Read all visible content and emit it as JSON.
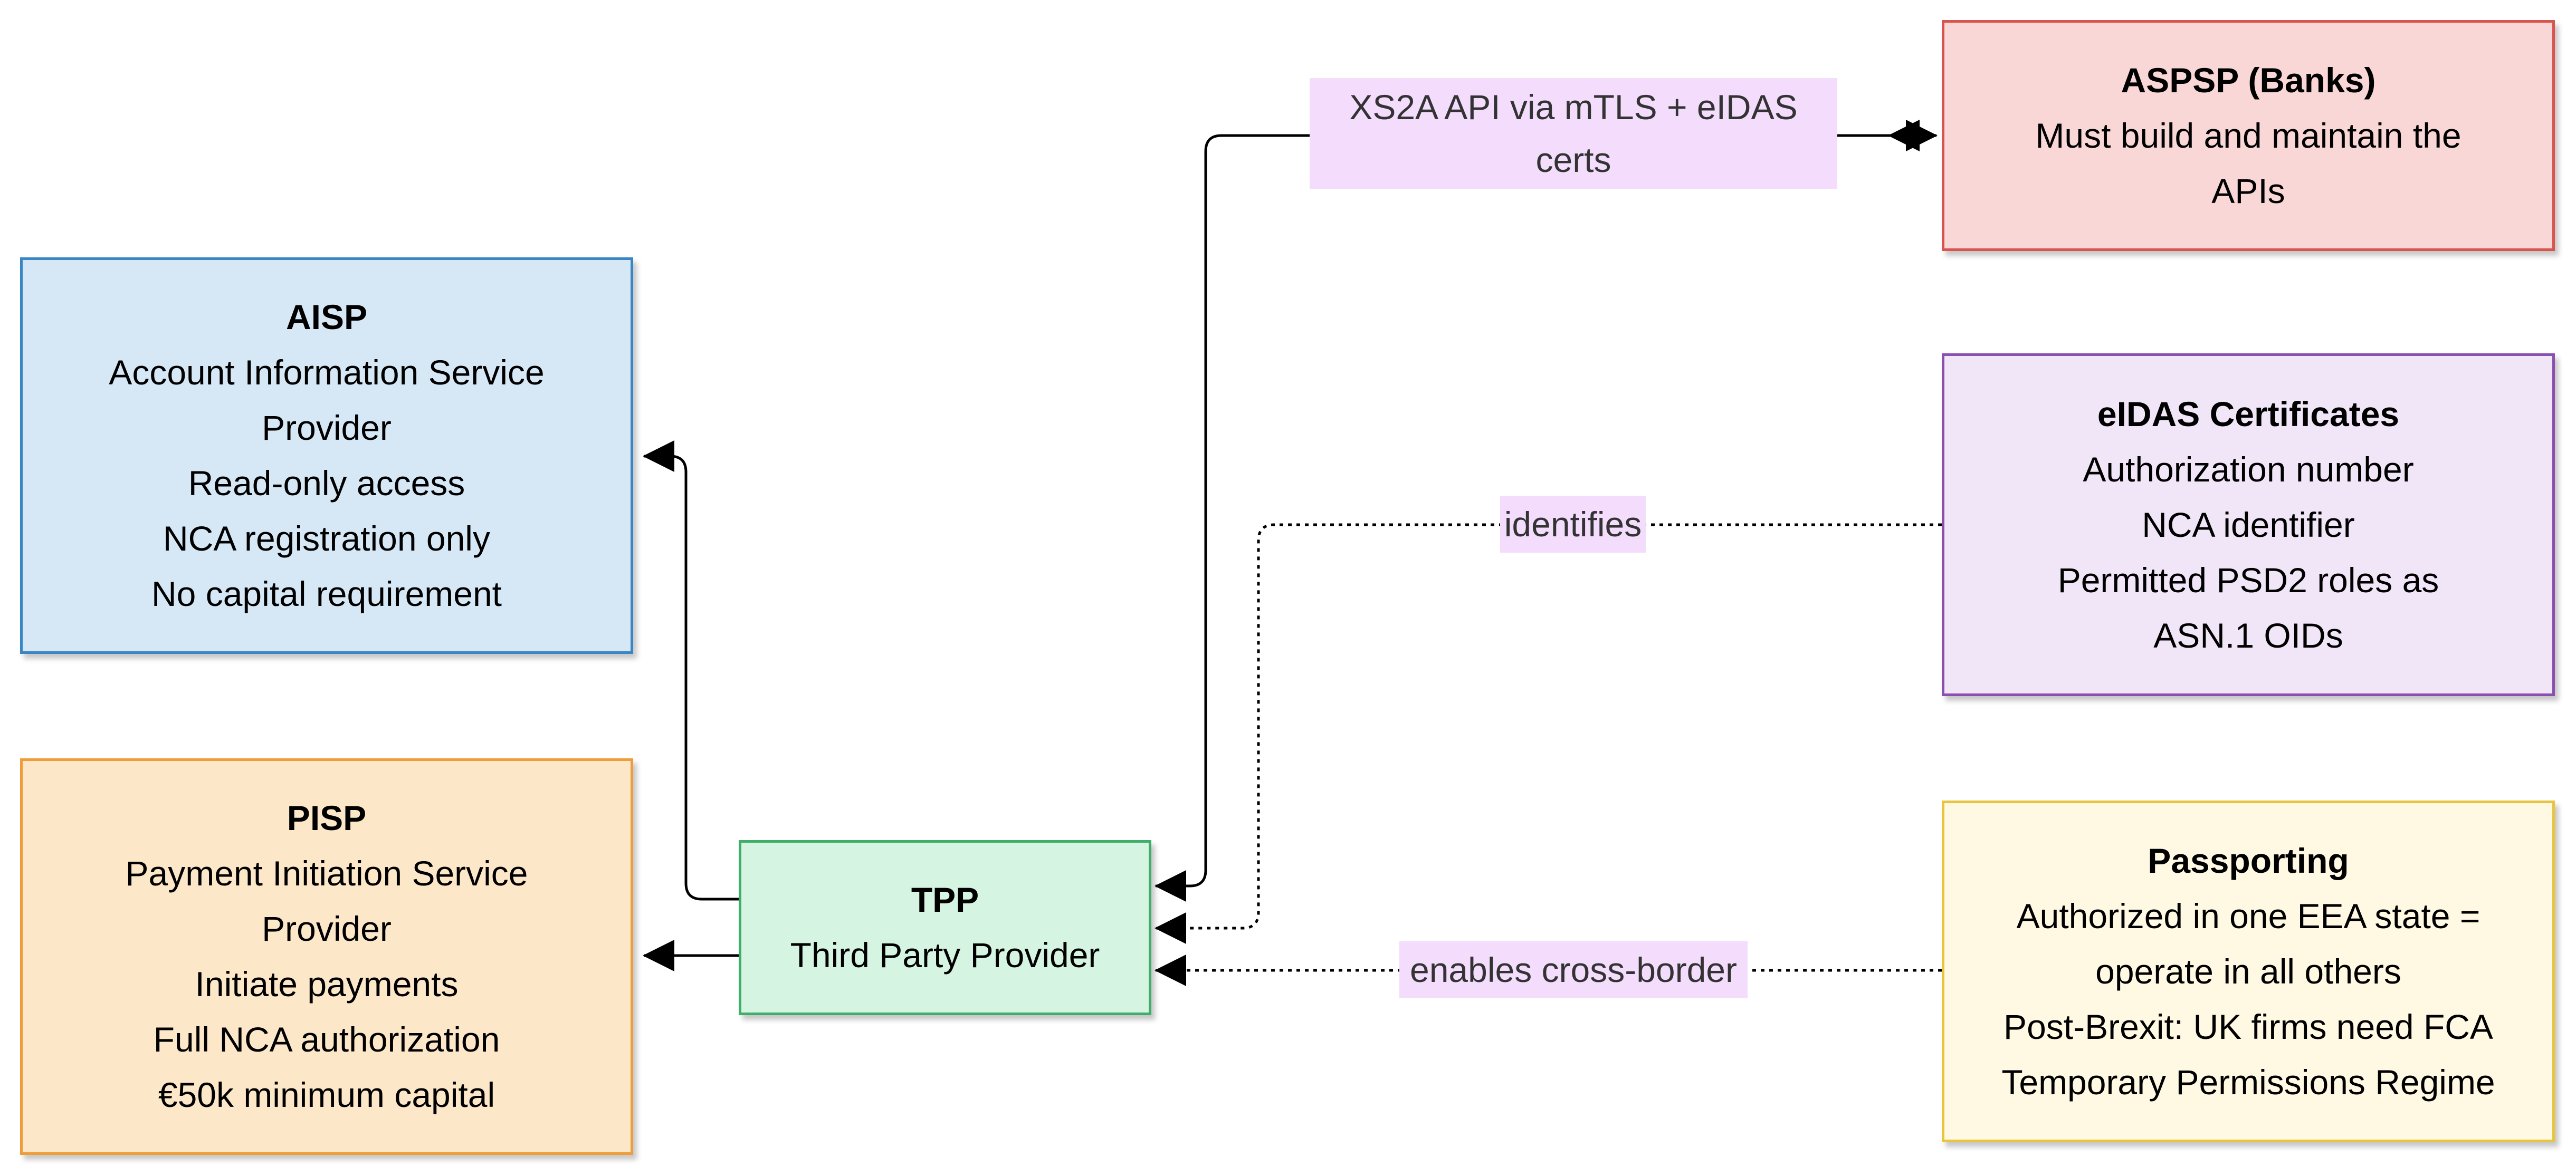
{
  "colors": {
    "label_bg": "#f3dcfc",
    "aisp": {
      "fill": "#d6e8f6",
      "stroke": "#3a86c4"
    },
    "pisp": {
      "fill": "#fce7c8",
      "stroke": "#ef9d3a"
    },
    "tpp": {
      "fill": "#d5f4e2",
      "stroke": "#3fae68"
    },
    "aspsp": {
      "fill": "#f8d7d6",
      "stroke": "#d9544f"
    },
    "eidas": {
      "fill": "#f1e6f8",
      "stroke": "#8a4fb0"
    },
    "passporting": {
      "fill": "#fff8e2",
      "stroke": "#e8c53f"
    }
  },
  "nodes": {
    "aisp": {
      "title": "AISP",
      "lines": [
        "Account Information Service",
        "Provider",
        "Read-only access",
        "NCA registration only",
        "No capital requirement"
      ]
    },
    "pisp": {
      "title": "PISP",
      "lines": [
        "Payment Initiation Service",
        "Provider",
        "Initiate payments",
        "Full NCA authorization",
        "€50k minimum capital"
      ]
    },
    "tpp": {
      "title": "TPP",
      "lines": [
        "Third Party Provider"
      ]
    },
    "aspsp": {
      "title": "ASPSP (Banks)",
      "lines": [
        "Must build and maintain the",
        "APIs"
      ]
    },
    "eidas": {
      "title": "eIDAS Certificates",
      "lines": [
        "Authorization number",
        "NCA identifier",
        "Permitted PSD2 roles as",
        "ASN.1 OIDs"
      ]
    },
    "passporting": {
      "title": "Passporting",
      "lines": [
        "Authorized in one EEA state =",
        "operate in all others",
        "Post-Brexit: UK firms need FCA",
        "Temporary Permissions Regime"
      ]
    }
  },
  "edges": {
    "xs2a": {
      "label_lines": [
        "XS2A API via mTLS + eIDAS",
        "certs"
      ],
      "style": "solid"
    },
    "identifies": {
      "label": "identifies",
      "style": "dotted"
    },
    "cross_border": {
      "label": "enables cross-border",
      "style": "dotted"
    },
    "tpp_to_aisp": {
      "style": "solid"
    },
    "tpp_to_pisp": {
      "style": "solid"
    }
  }
}
